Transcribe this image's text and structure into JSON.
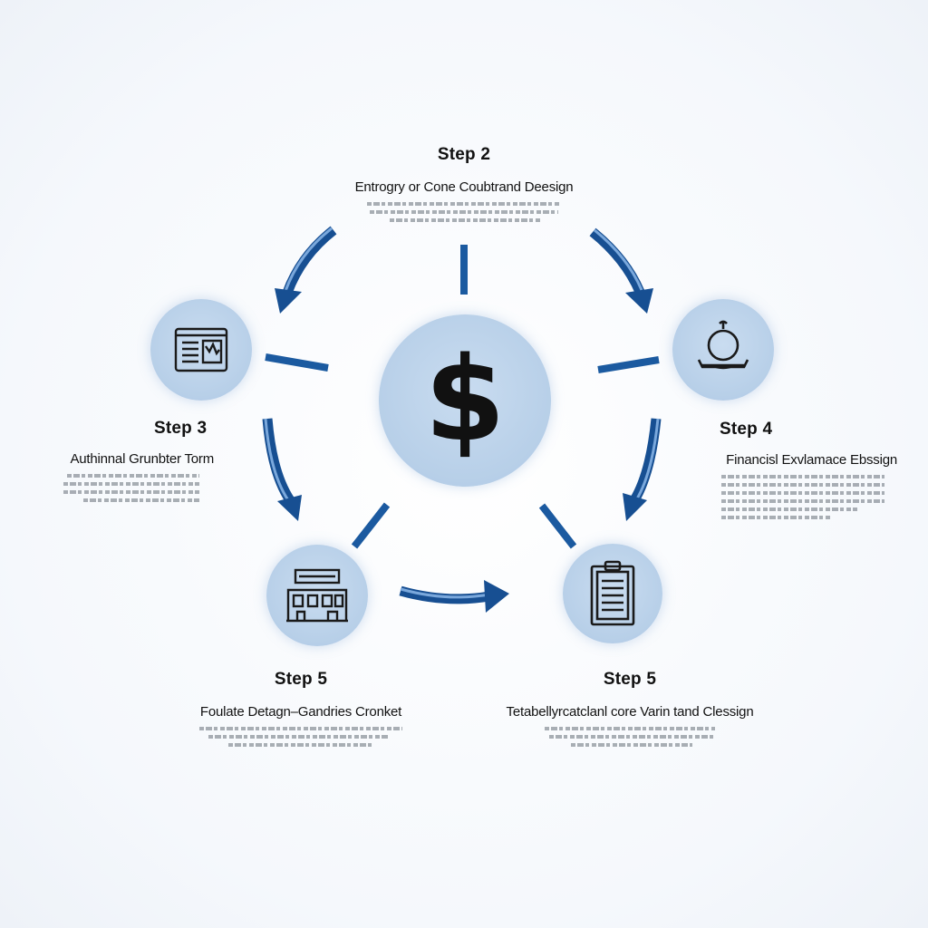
{
  "center": {
    "symbol": "$",
    "icon": "dollar-sign-icon"
  },
  "steps": {
    "top": {
      "label": "Step 2",
      "title": "Entrogry or Cone Coubtrand Deesign",
      "icon": ""
    },
    "left": {
      "label": "Step 3",
      "title": "Authinnal Grunbter Torm",
      "icon": "database-card-icon"
    },
    "right": {
      "label": "Step 4",
      "title": "Financisl Exvlamace Ebssign",
      "icon": "scale-balance-icon"
    },
    "bottom_left": {
      "label": "Step 5",
      "title": "Foulate Detagn–Gandries Cronket",
      "icon": "office-building-icon"
    },
    "bottom_right": {
      "label": "Step 5",
      "title": "Tetabellyrcatclanl core Varin tand Clessign",
      "icon": "clipboard-document-icon"
    }
  },
  "colors": {
    "arrow": "#1f5fa6",
    "arrow_highlight": "#6f9fd6",
    "connector": "#1b5aa0",
    "node_fill": "#b7cfe8",
    "icon_stroke": "#1a1a1a"
  }
}
